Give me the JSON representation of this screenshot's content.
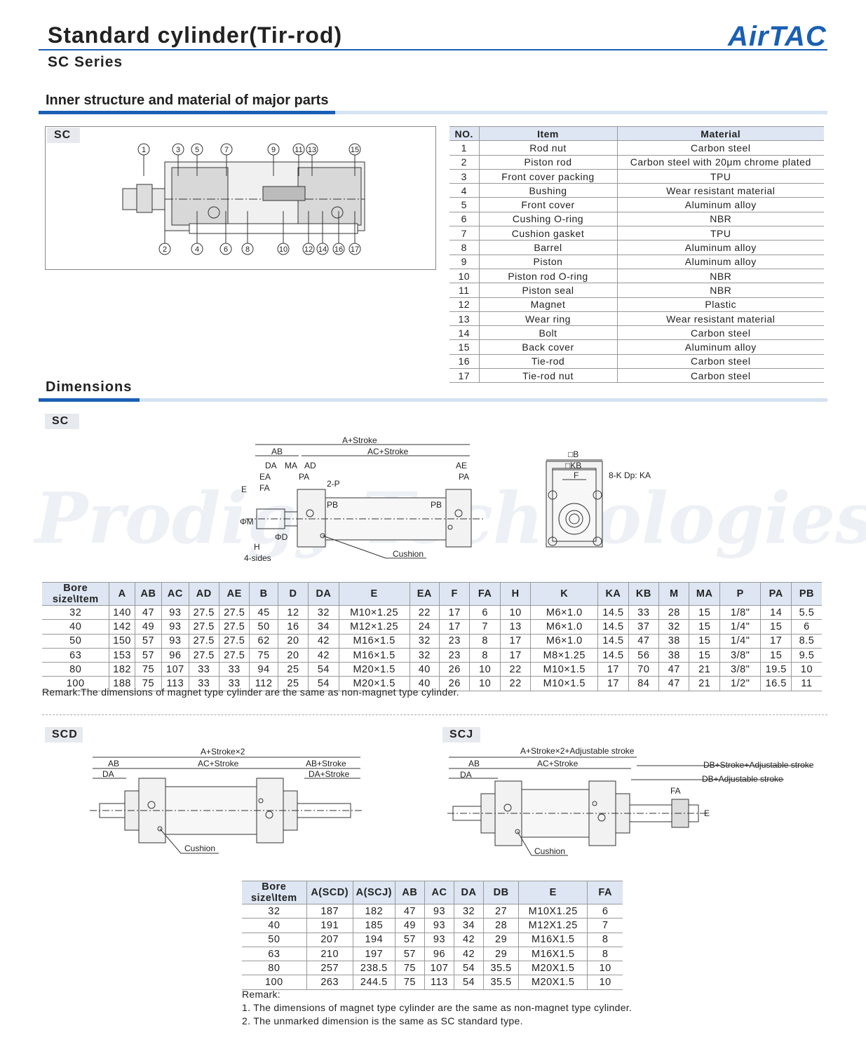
{
  "header": {
    "title": "Standard cylinder(Tir-rod)",
    "series": "SC Series",
    "logo": "AirTAC"
  },
  "watermark": "Prodigy Technologies",
  "structure": {
    "heading": "Inner structure and material of major parts",
    "label": "SC",
    "callouts_top": [
      "1",
      "3",
      "5",
      "7",
      "9",
      "11",
      "13",
      "15"
    ],
    "callouts_bottom": [
      "2",
      "4",
      "6",
      "8",
      "10",
      "12",
      "14",
      "16",
      "17"
    ],
    "columns": [
      "NO.",
      "Item",
      "Material"
    ],
    "rows": [
      [
        "1",
        "Rod nut",
        "Carbon steel"
      ],
      [
        "2",
        "Piston rod",
        "Carbon steel with 20μm chrome plated"
      ],
      [
        "3",
        "Front cover packing",
        "TPU"
      ],
      [
        "4",
        "Bushing",
        "Wear resistant material"
      ],
      [
        "5",
        "Front cover",
        "Aluminum alloy"
      ],
      [
        "6",
        "Cushing O-ring",
        "NBR"
      ],
      [
        "7",
        "Cushion gasket",
        "TPU"
      ],
      [
        "8",
        "Barrel",
        "Aluminum alloy"
      ],
      [
        "9",
        "Piston",
        "Aluminum alloy"
      ],
      [
        "10",
        "Piston rod O-ring",
        "NBR"
      ],
      [
        "11",
        "Piston seal",
        "NBR"
      ],
      [
        "12",
        "Magnet",
        "Plastic"
      ],
      [
        "13",
        "Wear ring",
        "Wear resistant material"
      ],
      [
        "14",
        "Bolt",
        "Carbon steel"
      ],
      [
        "15",
        "Back cover",
        "Aluminum alloy"
      ],
      [
        "16",
        "Tie-rod",
        "Carbon steel"
      ],
      [
        "17",
        "Tie-rod nut",
        "Carbon steel"
      ]
    ]
  },
  "dimensions": {
    "heading": "Dimensions",
    "sc_label": "SC",
    "sc_drawing": {
      "a_stroke": "A+Stroke",
      "ab": "AB",
      "ac_stroke": "AC+Stroke",
      "da": "DA",
      "ma": "MA",
      "ad": "AD",
      "ae": "AE",
      "ea": "EA",
      "pa": "PA",
      "pa2": "PA",
      "p": "2-P",
      "e": "E",
      "fa": "FA",
      "pb": "PB",
      "pb2": "PB",
      "phim": "ΦM",
      "phid": "ΦD",
      "h": "H",
      "sides": "4-sides",
      "cushion": "Cushion",
      "b": "□B",
      "kb": "□KB",
      "f": "F",
      "k": "8-K Dp: KA"
    },
    "sc_columns": [
      "Bore size\\Item",
      "A",
      "AB",
      "AC",
      "AD",
      "AE",
      "B",
      "D",
      "DA",
      "E",
      "EA",
      "F",
      "FA",
      "H",
      "K",
      "KA",
      "KB",
      "M",
      "MA",
      "P",
      "PA",
      "PB"
    ],
    "sc_rows": [
      [
        "32",
        "140",
        "47",
        "93",
        "27.5",
        "27.5",
        "45",
        "12",
        "32",
        "M10×1.25",
        "22",
        "17",
        "6",
        "10",
        "M6×1.0",
        "14.5",
        "33",
        "28",
        "15",
        "1/8\"",
        "14",
        "5.5"
      ],
      [
        "40",
        "142",
        "49",
        "93",
        "27.5",
        "27.5",
        "50",
        "16",
        "34",
        "M12×1.25",
        "24",
        "17",
        "7",
        "13",
        "M6×1.0",
        "14.5",
        "37",
        "32",
        "15",
        "1/4\"",
        "15",
        "6"
      ],
      [
        "50",
        "150",
        "57",
        "93",
        "27.5",
        "27.5",
        "62",
        "20",
        "42",
        "M16×1.5",
        "32",
        "23",
        "8",
        "17",
        "M6×1.0",
        "14.5",
        "47",
        "38",
        "15",
        "1/4\"",
        "17",
        "8.5"
      ],
      [
        "63",
        "153",
        "57",
        "96",
        "27.5",
        "27.5",
        "75",
        "20",
        "42",
        "M16×1.5",
        "32",
        "23",
        "8",
        "17",
        "M8×1.25",
        "14.5",
        "56",
        "38",
        "15",
        "3/8\"",
        "15",
        "9.5"
      ],
      [
        "80",
        "182",
        "75",
        "107",
        "33",
        "33",
        "94",
        "25",
        "54",
        "M20×1.5",
        "40",
        "26",
        "10",
        "22",
        "M10×1.5",
        "17",
        "70",
        "47",
        "21",
        "3/8\"",
        "19.5",
        "10"
      ],
      [
        "100",
        "188",
        "75",
        "113",
        "33",
        "33",
        "112",
        "25",
        "54",
        "M20×1.5",
        "40",
        "26",
        "10",
        "22",
        "M10×1.5",
        "17",
        "84",
        "47",
        "21",
        "1/2\"",
        "16.5",
        "11"
      ]
    ],
    "sc_remark": "Remark:The dimensions of magnet type cylinder are the same as non-magnet type cylinder.",
    "scd_label": "SCD",
    "scj_label": "SCJ",
    "scd_drawing": {
      "a": "A+Stroke×2",
      "ab": "AB",
      "ac": "AC+Stroke",
      "ab_stroke": "AB+Stroke",
      "da": "DA",
      "da_stroke": "DA+Stroke",
      "cushion": "Cushion"
    },
    "scj_drawing": {
      "a": "A+Stroke×2+Adjustable stroke",
      "ab": "AB",
      "ac": "AC+Stroke",
      "da": "DA",
      "db1": "DB+Stroke+Adjustable stroke",
      "db2": "DB+Adjustable stroke",
      "fa": "FA",
      "e": "E",
      "cushion": "Cushion"
    },
    "d_columns": [
      "Bore size\\Item",
      "A(SCD)",
      "A(SCJ)",
      "AB",
      "AC",
      "DA",
      "DB",
      "E",
      "FA"
    ],
    "d_rows": [
      [
        "32",
        "187",
        "182",
        "47",
        "93",
        "32",
        "27",
        "M10X1.25",
        "6"
      ],
      [
        "40",
        "191",
        "185",
        "49",
        "93",
        "34",
        "28",
        "M12X1.25",
        "7"
      ],
      [
        "50",
        "207",
        "194",
        "57",
        "93",
        "42",
        "29",
        "M16X1.5",
        "8"
      ],
      [
        "63",
        "210",
        "197",
        "57",
        "96",
        "42",
        "29",
        "M16X1.5",
        "8"
      ],
      [
        "80",
        "257",
        "238.5",
        "75",
        "107",
        "54",
        "35.5",
        "M20X1.5",
        "10"
      ],
      [
        "100",
        "263",
        "244.5",
        "75",
        "113",
        "54",
        "35.5",
        "M20X1.5",
        "10"
      ]
    ],
    "d_remarks": [
      "Remark:",
      "1. The dimensions of magnet type cylinder are the same as non-magnet type cylinder.",
      "2. The unmarked dimension is the same as SC standard type."
    ]
  }
}
